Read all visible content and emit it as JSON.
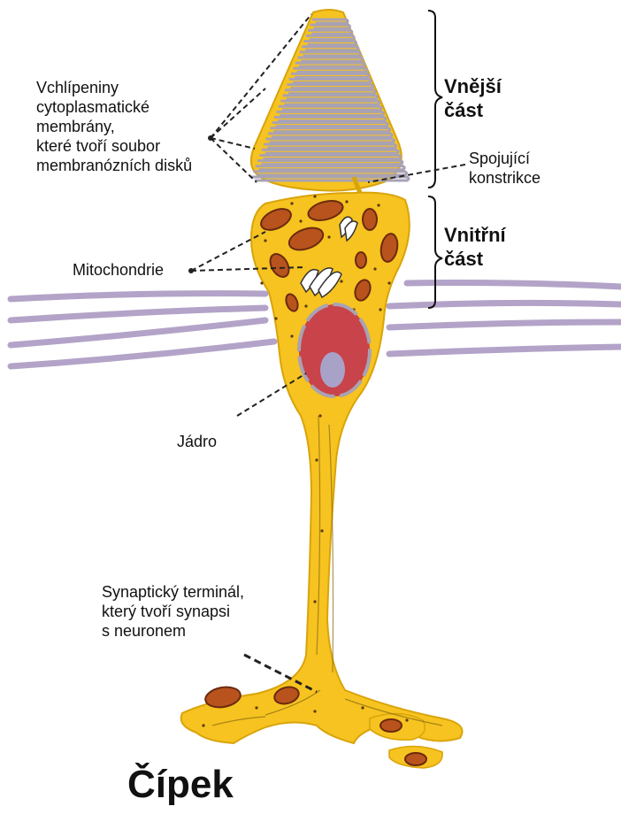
{
  "title": "Čípek",
  "labels": {
    "invaginations": [
      "Vchlípeniny",
      "cytoplasmatické",
      "membrány,",
      "které tvoří soubor",
      "membranózních disků"
    ],
    "outer_segment": [
      "Vnější",
      "část"
    ],
    "connecting_cilium": [
      "Spojující",
      "konstrikce"
    ],
    "inner_segment": [
      "Vnitřní",
      "část"
    ],
    "mitochondria": "Mitochondrie",
    "nucleus": "Jádro",
    "synaptic_terminal": [
      "Synaptický terminál,",
      "který tvoří synapsi",
      "s neuronem"
    ]
  },
  "colors": {
    "cell_fill": "#F6C320",
    "cell_outline": "#D9A40A",
    "disc_lines": "#A9A2B4",
    "mitochondria": "#B8531E",
    "mitochondria_dark": "#6B2A0E",
    "nucleus": "#C8434A",
    "nucleolus": "#A9A2C8",
    "membrane_lines": "#B3A3C8",
    "leader_lines": "#222222"
  }
}
